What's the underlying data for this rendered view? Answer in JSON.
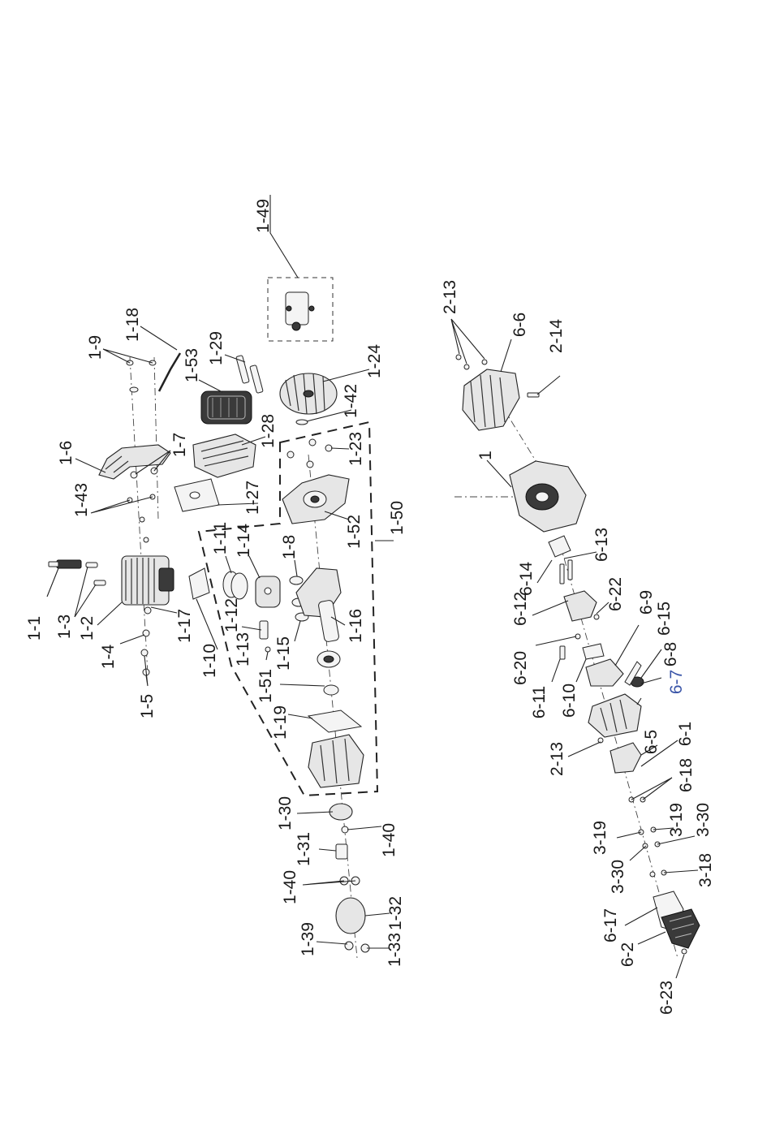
{
  "labels": {
    "l_1_49": "1-49",
    "l_2_13a": "2-13",
    "l_6_6": "6-6",
    "l_2_14": "2-14",
    "l_1_18": "1-18",
    "l_1_9": "1-9",
    "l_1_29": "1-29",
    "l_1_53": "1-53",
    "l_1_24": "1-24",
    "l_1_42": "1-42",
    "l_1_6": "1-6",
    "l_1_7": "1-7",
    "l_1_28": "1-28",
    "l_1_23": "1-23",
    "l_1": "1",
    "l_1_43": "1-43",
    "l_1_27": "1-27",
    "l_1_50": "1-50",
    "l_1_52": "1-52",
    "l_1_11": "1-11",
    "l_1_14": "1-14",
    "l_1_8": "1-8",
    "l_6_13": "6-13",
    "l_6_14": "6-14",
    "l_6_12": "6-12",
    "l_6_22": "6-22",
    "l_1_1": "1-1",
    "l_1_3": "1-3",
    "l_1_2": "1-2",
    "l_1_17": "1-17",
    "l_1_12": "1-12",
    "l_1_16": "1-16",
    "l_6_9": "6-9",
    "l_1_4": "1-4",
    "l_1_10": "1-10",
    "l_1_13": "1-13",
    "l_1_15": "1-15",
    "l_6_20": "6-20",
    "l_6_15": "6-15",
    "l_6_8": "6-8",
    "l_1_5": "1-5",
    "l_1_51": "1-51",
    "l_6_11": "6-11",
    "l_6_10": "6-10",
    "l_6_7": "6-7",
    "l_1_19": "1-19",
    "l_2_13b": "2-13",
    "l_6_5": "6-5",
    "l_6_1": "6-1",
    "l_6_18": "6-18",
    "l_1_30": "1-30",
    "l_3_19a": "3-19",
    "l_3_19b": "3-19",
    "l_3_30a": "3-30",
    "l_1_40a": "1-40",
    "l_1_31": "1-31",
    "l_3_30b": "3-30",
    "l_3_18": "3-18",
    "l_1_40b": "1-40",
    "l_1_32": "1-32",
    "l_6_17": "6-17",
    "l_1_39": "1-39",
    "l_6_2": "6-2",
    "l_1_33": "1-33",
    "l_6_23": "6-23"
  },
  "colors": {
    "label": "#1a1a1a",
    "highlight_label": "#3a55a8",
    "line": "#222222",
    "part_fill": "#e6e6e6",
    "part_dark": "#3a3a3a"
  }
}
